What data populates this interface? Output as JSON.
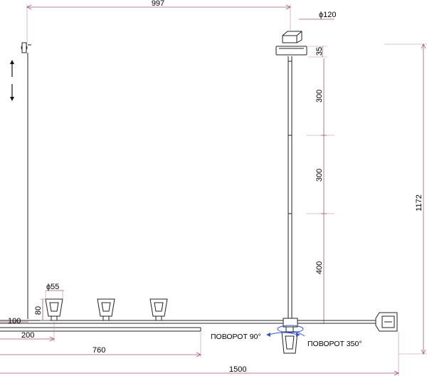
{
  "dimensions": {
    "top_width": "997",
    "canopy_diameter": "ϕ120",
    "canopy_height": "35",
    "rod_segment_1": "300",
    "rod_segment_2": "300",
    "rod_segment_3": "400",
    "total_height": "1172",
    "shade_diameter": "ϕ55",
    "shade_height": "80",
    "bar_height": "100",
    "offset_200": "200",
    "offset_760": "760",
    "total_width": "1500"
  },
  "notes": {
    "rotate_90": "ПОВОРОТ 90°",
    "rotate_350": "ПОВОРОТ 350°"
  },
  "colors": {
    "dimension_line": "#a0527a",
    "part_line": "#222222",
    "rotation_arrow": "#3355cc"
  }
}
